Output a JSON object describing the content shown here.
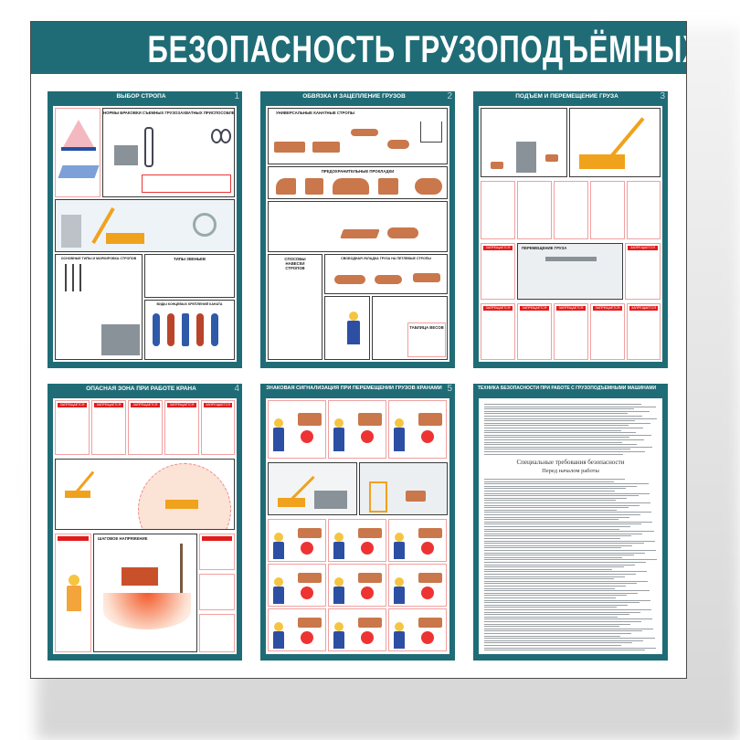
{
  "poster": {
    "title": "БЕЗОПАСНОСТЬ ГРУЗОПОДЪЁМНЫХ РАБОТ",
    "accent_color": "#1f6c76",
    "warning_color": "#e11b1b"
  },
  "panels": [
    {
      "number": "1",
      "title": "ВЫБОР СТРОПА",
      "sections": [
        "НОРМЫ БРАКОВКИ СЪЕМНЫХ ГРУЗОЗАХВАТНЫХ ПРИСПОСОБЛЕНИЙ",
        "ОСНОВНЫЕ ТИПЫ И МАРКИРОВКА СТРОПОВ",
        "ТИПЫ ЗВЕНЬЕВ",
        "ВИДЫ КОНЦЕВЫХ КРЕПЛЕНИЙ КАНАТА"
      ]
    },
    {
      "number": "2",
      "title": "ОБВЯЗКА И ЗАЦЕПЛЕНИЕ ГРУЗОВ",
      "sections": [
        "УНИВЕРСАЛЬНЫЕ КАНАТНЫЕ СТРОПЫ",
        "ПРЕДОХРАНИТЕЛЬНЫЕ ПРОКЛАДКИ",
        "СПОСОБЫ НАВЕСКИ СТРОПОВ",
        "СВОБОДНАЯ УКЛАДКА ГРУЗА НА ПЕТЛЕВЫЕ СТРОПЫ",
        "ТАБЛИЦА ВЕСОВ"
      ]
    },
    {
      "number": "3",
      "title": "ПОДЪЕМ И ПЕРЕМЕЩЕНИЕ ГРУЗА",
      "sections": [
        "ПЕРЕМЕЩЕНИЕ ГРУЗА"
      ],
      "tag": "ЗАПРЕЩАЕТСЯ"
    },
    {
      "number": "4",
      "title": "ОПАСНАЯ ЗОНА ПРИ РАБОТЕ КРАНА",
      "sections": [
        "ШАГОВОЕ НАПРЯЖЕНИЕ"
      ],
      "tag": "ЗАПРЕЩАЕТСЯ"
    },
    {
      "number": "5",
      "title": "ЗНАКОВАЯ СИГНАЛИЗАЦИЯ ПРИ ПЕРЕМЕЩЕНИИ ГРУЗОВ КРАНАМИ"
    },
    {
      "number": "",
      "title": "ТЕХНИКА БЕЗОПАСНОСТИ ПРИ РАБОТЕ С ГРУЗОПОДЪЕМНЫМИ МАШИНАМИ",
      "heading": "Специальные требования безопасности",
      "subheading": "Перед началом работы"
    }
  ]
}
